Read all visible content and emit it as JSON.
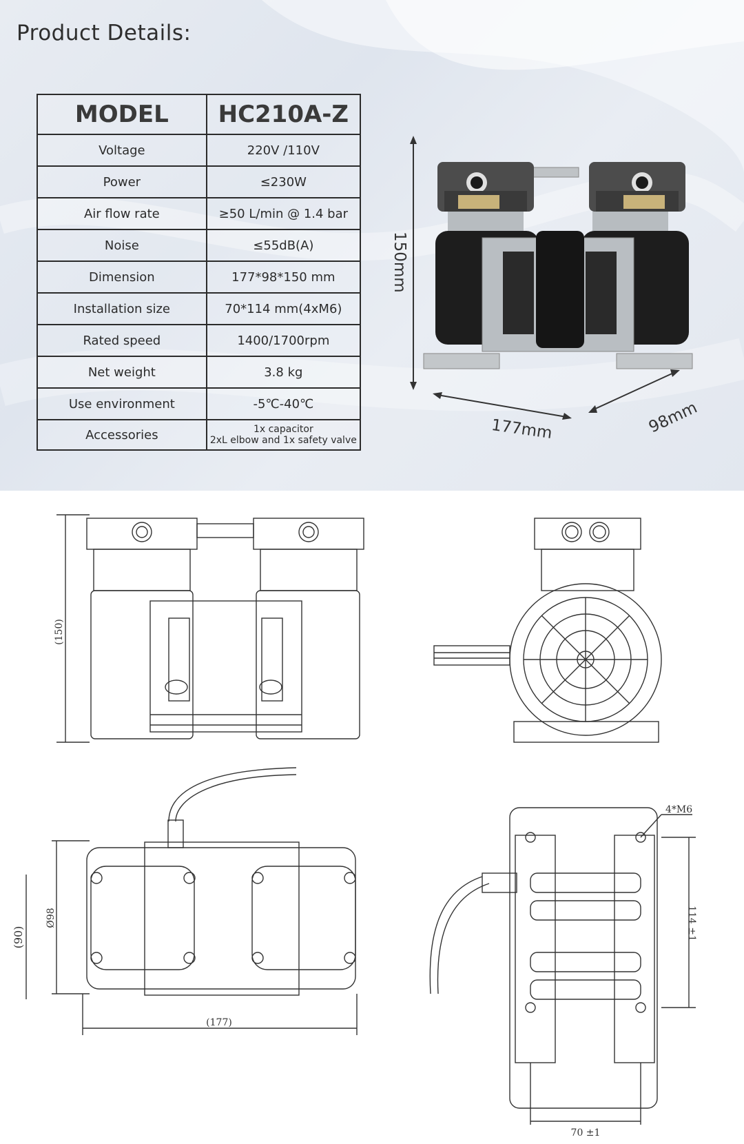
{
  "header": {
    "title": "Product Details:"
  },
  "spec_table": {
    "head": {
      "label": "MODEL",
      "value": "HC210A-Z"
    },
    "rows": [
      {
        "label": "Voltage",
        "value": "220V /110V"
      },
      {
        "label": "Power",
        "value": "≤230W"
      },
      {
        "label": "Air flow rate",
        "value": "≥50 L/min @ 1.4 bar"
      },
      {
        "label": "Noise",
        "value": "≤55dB(A)"
      },
      {
        "label": "Dimension",
        "value": "177*98*150 mm"
      },
      {
        "label": "Installation size",
        "value": "70*114 mm(4xM6)"
      },
      {
        "label": "Rated speed",
        "value": "1400/1700rpm"
      },
      {
        "label": "Net weight",
        "value": "3.8 kg"
      },
      {
        "label": "Use environment",
        "value": "-5℃-40℃"
      }
    ],
    "last_row": {
      "label": "Accessories",
      "value_line1": "1x capacitor",
      "value_line2": "2xL elbow and 1x safety valve"
    }
  },
  "photo_dimensions": {
    "height": "150mm",
    "length": "177mm",
    "depth": "98mm"
  },
  "drawings": {
    "front_view": {
      "height": "(150)"
    },
    "bottom_view": {
      "depth": "Ø98",
      "height": "(90)",
      "length": "(177)"
    },
    "mount_view": {
      "bolt": "4*M6",
      "spacing_v": "114 ±1",
      "spacing_h": "70 ±1"
    }
  }
}
